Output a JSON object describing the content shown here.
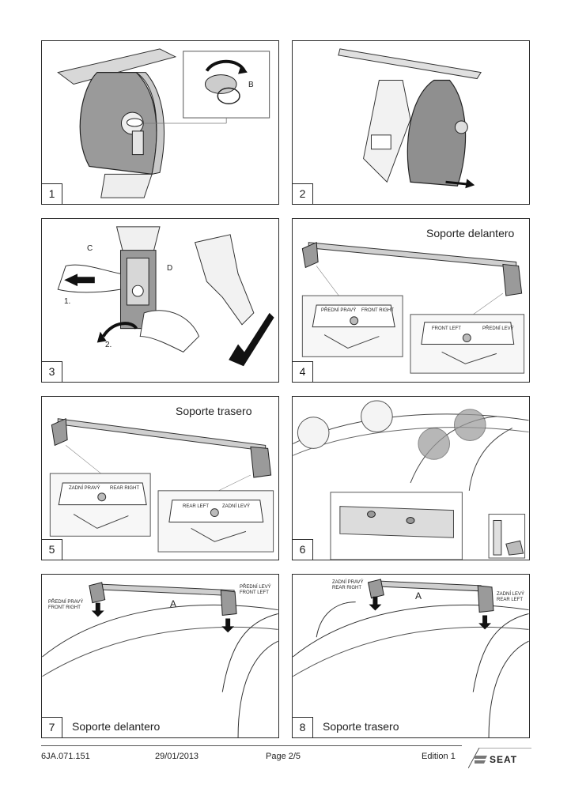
{
  "panels": [
    {
      "step": "1",
      "labels": {
        "b": "B"
      }
    },
    {
      "step": "2"
    },
    {
      "step": "3",
      "labels": {
        "c": "C",
        "d": "D",
        "one": "1.",
        "two": "2."
      }
    },
    {
      "step": "4",
      "title": "Soporte delantero",
      "decal_left": {
        "cz": "PŘEDNÍ PRAVÝ",
        "en": "FRONT RIGHT"
      },
      "decal_right": {
        "en": "FRONT LEFT",
        "cz": "PŘEDNÍ LEVÝ"
      }
    },
    {
      "step": "5",
      "title": "Soporte trasero",
      "decal_left": {
        "cz": "ZADNÍ PRAVÝ",
        "en": "REAR RIGHT"
      },
      "decal_right": {
        "en": "REAR LEFT",
        "cz": "ZADNÍ LEVÝ"
      }
    },
    {
      "step": "6"
    },
    {
      "step": "7",
      "caption": "Soporte delantero",
      "bar_label": "A",
      "tag_left": [
        "PŘEDNÍ PRAVÝ",
        "FRONT RIGHT"
      ],
      "tag_right": [
        "PŘEDNÍ LEVÝ",
        "FRONT LEFT"
      ]
    },
    {
      "step": "8",
      "caption": "Soporte trasero",
      "bar_label": "A",
      "tag_left": [
        "ZADNÍ PRAVÝ",
        "REAR RIGHT"
      ],
      "tag_right": [
        "ZADNÍ LEVÝ",
        "REAR LEFT"
      ]
    }
  ],
  "footer": {
    "code": "6JA.071.151",
    "date": "29/01/2013",
    "page": "Page 2/5",
    "edition": "Edition 1",
    "brand": "SEAT"
  }
}
